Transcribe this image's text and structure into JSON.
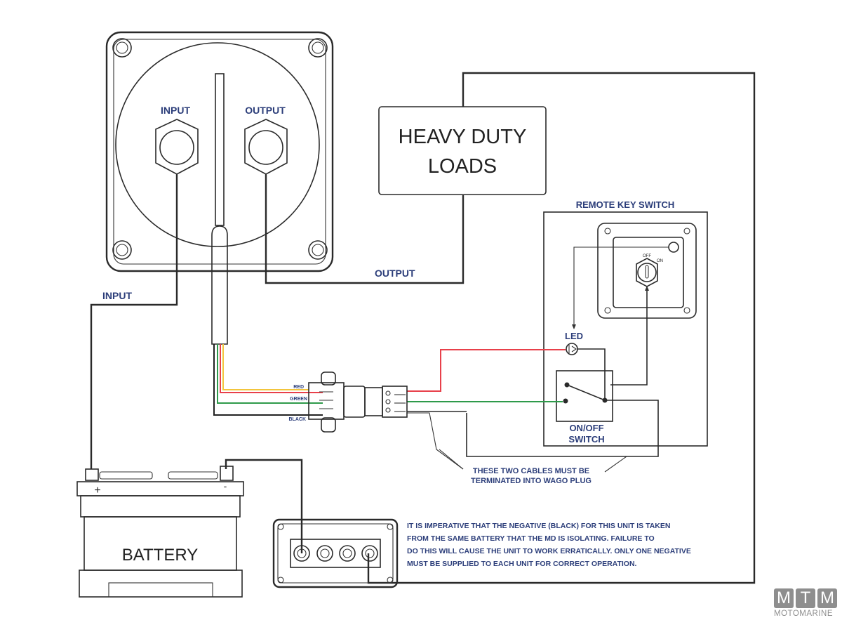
{
  "diagram": {
    "isolator": {
      "input_terminal_label": "INPUT",
      "output_terminal_label": "OUTPUT"
    },
    "heavy_duty_loads": {
      "line1": "HEAVY DUTY",
      "line2": "LOADS"
    },
    "wire_labels": {
      "input": "INPUT",
      "output": "OUTPUT"
    },
    "remote_key_switch": {
      "title": "REMOTE KEY SWITCH",
      "off_label": "OFF",
      "on_label": "ON"
    },
    "led_label": "LED",
    "onoff_switch": {
      "line1": "ON/OFF",
      "line2": "SWITCH"
    },
    "wago_connector": {
      "wires": [
        {
          "label": "RED",
          "color": "#e8404a"
        },
        {
          "label": "GREEN",
          "color": "#2e9a4a"
        },
        {
          "label": "BLACK",
          "color": "#222222"
        }
      ],
      "yellow_wire_color": "#f2c53d"
    },
    "wago_note": {
      "line1": "THESE TWO CABLES MUST BE",
      "line2": "TERMINATED INTO WAGO PLUG"
    },
    "battery": {
      "label": "BATTERY",
      "positive": "+",
      "negative": "-"
    },
    "warning_note": {
      "lines": [
        "IT IS IMPERATIVE THAT THE NEGATIVE (BLACK) FOR THIS UNIT IS TAKEN",
        "FROM THE SAME BATTERY THAT THE MD IS ISOLATING. FAILURE TO",
        "DO THIS WILL CAUSE THE UNIT TO WORK ERRATICALLY. ONLY ONE NEGATIVE",
        "MUST BE SUPPLIED TO EACH UNIT FOR CORRECT OPERATION."
      ]
    }
  },
  "logo": {
    "letters": [
      "M",
      "T",
      "M"
    ],
    "brand": "MOTOMARINE"
  }
}
